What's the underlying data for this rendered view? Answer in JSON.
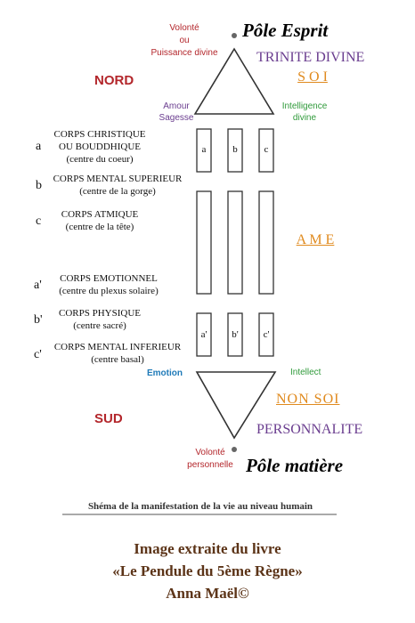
{
  "top": {
    "volonte_divine": [
      "Volonté",
      "ou",
      "Puissance divine"
    ],
    "pole_esprit": "Pôle Esprit",
    "trinite": "TRINITE DIVINE",
    "soi": "S O I",
    "nord": "NORD",
    "amour_sagesse": [
      "Amour",
      "Sagesse"
    ],
    "intelligence_divine": [
      "Intelligence",
      "divine"
    ]
  },
  "bodies": [
    {
      "letter": "a",
      "lines": [
        "CORPS CHRISTIQUE",
        "OU BOUDDHIQUE",
        "(centre du coeur)"
      ]
    },
    {
      "letter": "b",
      "lines": [
        "CORPS MENTAL SUPERIEUR",
        "(centre de la gorge)"
      ]
    },
    {
      "letter": "c",
      "lines": [
        "CORPS ATMIQUE",
        "(centre de la tête)"
      ]
    },
    {
      "letter": "a'",
      "lines": [
        "CORPS EMOTIONNEL",
        "(centre du plexus solaire)"
      ]
    },
    {
      "letter": "b'",
      "lines": [
        "CORPS PHYSIQUE",
        "(centre sacré)"
      ]
    },
    {
      "letter": "c'",
      "lines": [
        "CORPS MENTAL INFERIEUR",
        "(centre basal)"
      ]
    }
  ],
  "columns": {
    "top_labels": [
      "a",
      "b",
      "c"
    ],
    "bottom_labels": [
      "a'",
      "b'",
      "c'"
    ]
  },
  "middle": {
    "ame": "A M E"
  },
  "bottom": {
    "emotion": "Emotion",
    "intellect": "Intellect",
    "non_soi": "NON SOI",
    "personnalite": "PERSONNALITE",
    "sud": "SUD",
    "volonte_personnelle": [
      "Volonté",
      "personnelle"
    ],
    "pole_matiere": "Pôle matière"
  },
  "caption": "Shéma de la manifestation de la vie au niveau humain",
  "footer": [
    "Image extraite du livre",
    "«Le Pendule du 5ème Règne»",
    "Anna Maël©"
  ],
  "colors": {
    "red": "#b3262b",
    "purple": "#6a3d8f",
    "green": "#2f9a3a",
    "orange": "#e08a1e",
    "blue": "#1f7ab8",
    "brown": "#5c3418"
  }
}
